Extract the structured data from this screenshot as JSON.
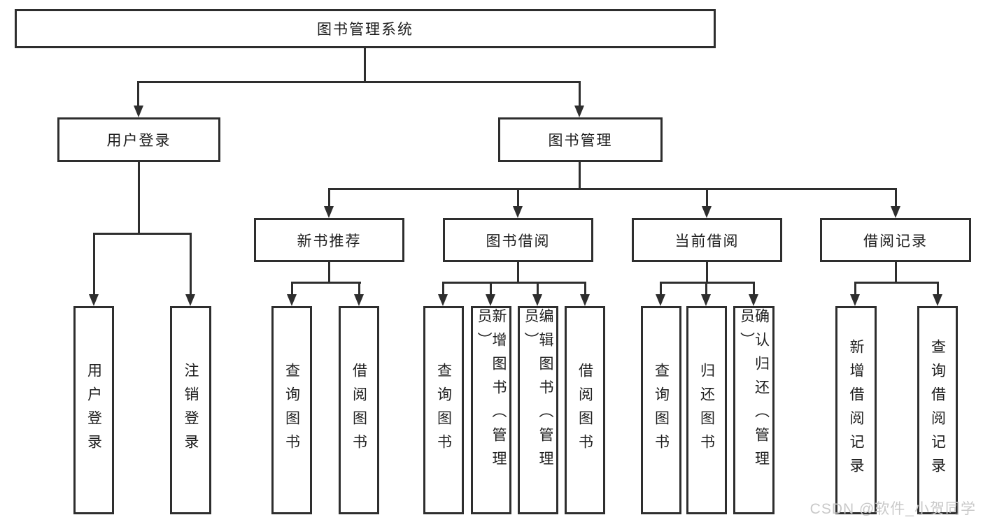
{
  "diagram": {
    "root": {
      "label": "图书管理系统"
    },
    "level1": [
      {
        "label": "用户登录"
      },
      {
        "label": "图书管理"
      }
    ],
    "level2": [
      {
        "label": "新书推荐"
      },
      {
        "label": "图书借阅"
      },
      {
        "label": "当前借阅"
      },
      {
        "label": "借阅记录"
      }
    ],
    "leaves": [
      {
        "label": "用户登录"
      },
      {
        "label": "注销登录"
      },
      {
        "label": "查询图书"
      },
      {
        "label": "借阅图书"
      },
      {
        "label": "查询图书"
      },
      {
        "label": "新增图书（管理员）"
      },
      {
        "label": "编辑图书（管理员）"
      },
      {
        "label": "借阅图书"
      },
      {
        "label": "查询图书"
      },
      {
        "label": "归还图书"
      },
      {
        "label": "确认归还（管理员）"
      },
      {
        "label": "新增借阅记录"
      },
      {
        "label": "查询借阅记录"
      }
    ]
  },
  "watermark": {
    "text": "CSDN @软件_小贺同学"
  },
  "colors": {
    "line": "#2e2e2e",
    "text": "#1f1f1f",
    "watermark": "#c9c9c9",
    "background": "#ffffff"
  }
}
